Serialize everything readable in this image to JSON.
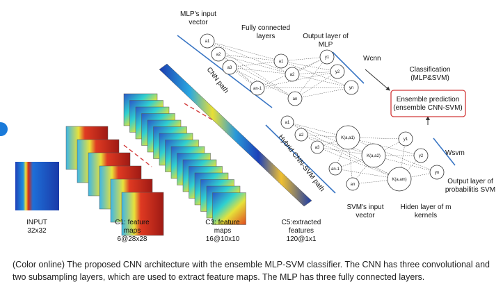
{
  "labels": {
    "input": [
      "INPUT",
      "32x32"
    ],
    "c1": [
      "C1: feature",
      "maps",
      "6@28x28"
    ],
    "c3": [
      "C3: feature",
      "maps",
      "16@10x10"
    ],
    "c5": [
      "C5:extracted",
      "features",
      "120@1x1"
    ],
    "mlp_input": [
      "MLP's input",
      "vector"
    ],
    "fully_connected": [
      "Fully connected",
      "layers"
    ],
    "output_mlp": [
      "Output layer of",
      "MLP"
    ],
    "classification": [
      "Classification",
      "(MLP&SVM)"
    ],
    "ensemble": [
      "Ensemble prediction",
      "(ensemble CNN-SVM)"
    ],
    "svm_input": [
      "SVM's input",
      "vector"
    ],
    "hidden_layer": [
      "Hiden layer of m",
      "kernels"
    ],
    "output_svm": [
      "Output layer of",
      "probabilitis SVM"
    ],
    "cnn_path": "CNN path",
    "hybrid_path": "Hybrid CNN-SVM path",
    "w_cnn": "Wcnn",
    "w_svm": "Wsvm"
  },
  "nodes": {
    "mlp_input": [
      "a1",
      "a2",
      "a3"
    ],
    "mlp_hidden": [
      "a1",
      "a2",
      "an-1",
      "an"
    ],
    "mlp_output": [
      "y1",
      "y2",
      "yn"
    ],
    "svm_input": [
      "a1",
      "a2",
      "a3",
      "an-1",
      "an"
    ],
    "svm_kernel": [
      "K(a,a1)",
      "K(a,a2)",
      "K(a,am)"
    ],
    "svm_output": [
      "y1",
      "y2",
      "yn"
    ]
  },
  "caption": "(Color online) The proposed CNN architecture with the ensemble MLP-SVM classifier. The CNN has three convolutional and two subsampling layers, which are used to extract feature maps. The MLP has three fully connected layers.",
  "colors": {
    "accent_blue": "#3a76c4",
    "ensemble_border": "#d23a3a",
    "dot": "#1a7ad9"
  }
}
